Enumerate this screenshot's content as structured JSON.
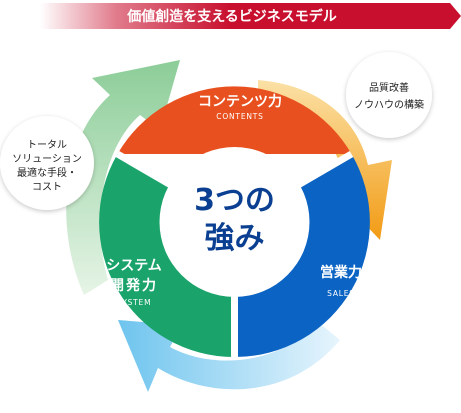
{
  "banner": {
    "title": "価値創造を支えるビジネスモデル"
  },
  "center": {
    "line1": "3つの",
    "line2": "強み"
  },
  "segments": {
    "contents": {
      "title": "コンテンツ力",
      "subtitle": "CONTENTS"
    },
    "sales": {
      "title": "営業力",
      "subtitle": "SALES"
    },
    "system": {
      "line1": "システム",
      "line2": "開発力",
      "subtitle": "SYSTEM"
    }
  },
  "callouts": {
    "right": {
      "line1": "品質改善",
      "line2": "ノウハウの構築"
    },
    "left": {
      "line1": "トータル",
      "line2": "ソリューション",
      "line3": "最適な手段・",
      "line4": "コスト"
    }
  },
  "colors": {
    "banner": "#c8102e",
    "contents": "#e8511f",
    "sales": "#0b63c3",
    "system": "#1aa36b",
    "center_text": "#0a3f91",
    "arrow_orange": "#f29b14",
    "arrow_blue": "#6ec4ee",
    "arrow_green": "#8ccd98"
  }
}
